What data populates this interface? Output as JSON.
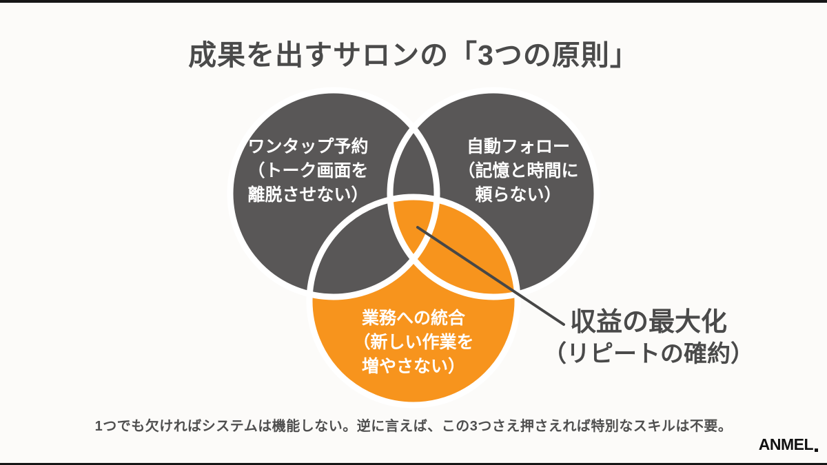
{
  "slide": {
    "title": "成果を出すサロンの「3つの原則」",
    "caption": "1つでも欠ければシステムは機能しない。逆に言えば、この3つさえ押さえれば特別なスキルは不要。",
    "logo_text": "ANMEL"
  },
  "venn": {
    "left_circle": {
      "lines": [
        "ワンタップ予約",
        "（トーク画面を",
        "離脱させない）"
      ]
    },
    "right_circle": {
      "lines": [
        "自動フォロー",
        "（記憶と時間に",
        "頼らない）"
      ]
    },
    "bottom_circle": {
      "lines": [
        "業務への統合",
        "（新しい作業を",
        "増やさない）"
      ]
    },
    "center_callout": {
      "line1": "収益の最大化",
      "line2": "（リピートの確約）"
    }
  },
  "colors": {
    "background": "#FCFBF9",
    "circle_gray": "#595757",
    "circle_orange": "#F7941D",
    "ring_white": "#FFFFFF",
    "callout_line": "#474747",
    "text_dark": "#4A4A4A"
  }
}
